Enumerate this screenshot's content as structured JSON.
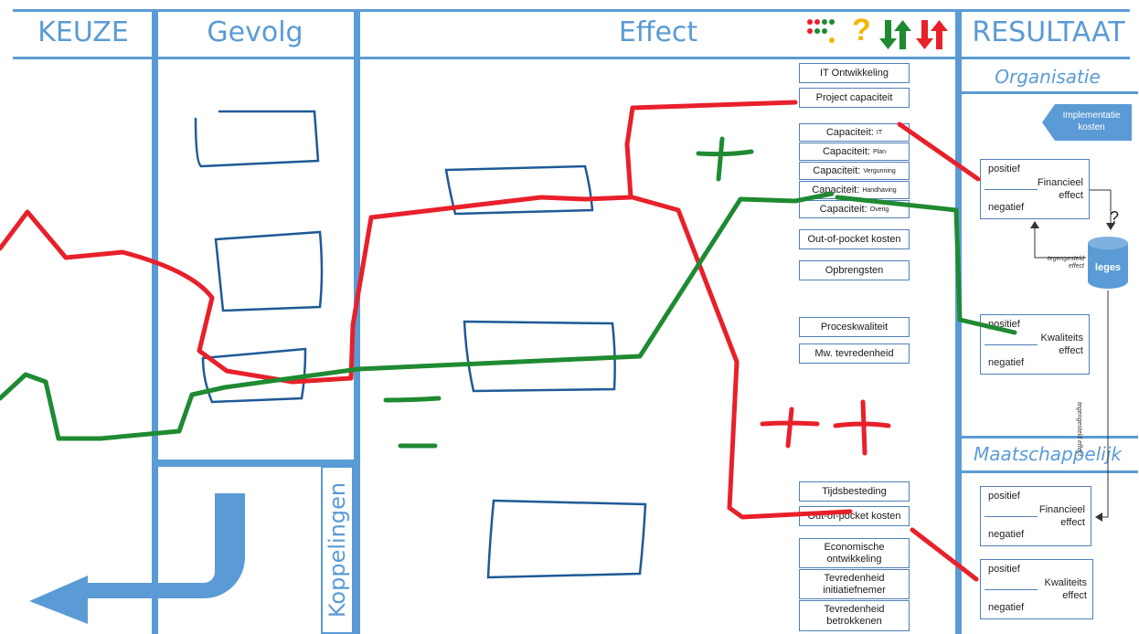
{
  "headers": {
    "keuze": "KEUZE",
    "gevolg": "Gevolg",
    "effect": "Effect",
    "resultaat": "RESULTAAT"
  },
  "legend": {
    "question": "?"
  },
  "effect_items": [
    {
      "label": "IT Ontwikkeling",
      "sub": ""
    },
    {
      "label": "Project capaciteit",
      "sub": ""
    },
    {
      "label": "Capaciteit: ",
      "sub": "IT"
    },
    {
      "label": "Capaciteit: ",
      "sub": "Plan"
    },
    {
      "label": "Capaciteit: ",
      "sub": "Vergunning"
    },
    {
      "label": "Capaciteit: ",
      "sub": "Handhaving"
    },
    {
      "label": "Capaciteit: ",
      "sub": "Overig"
    },
    {
      "label": "Out-of-pocket kosten",
      "sub": ""
    },
    {
      "label": "Opbrengsten",
      "sub": ""
    },
    {
      "label": "Proceskwaliteit",
      "sub": ""
    },
    {
      "label": "Mw. tevredenheid",
      "sub": ""
    },
    {
      "label": "Tijdsbesteding",
      "sub": ""
    },
    {
      "label": "Out-of-pocket kosten",
      "sub": ""
    },
    {
      "label": "Economische ontwikkeling",
      "sub": ""
    },
    {
      "label": "Tevredenheid initiatiefnemer",
      "sub": ""
    },
    {
      "label": "Tevredenheid betrokkenen",
      "sub": ""
    }
  ],
  "koppelingen": "Koppelingen",
  "resultaat": {
    "organisatie": "Organisatie",
    "maatschappelijk": "Maatschappelijk",
    "implementatie": "Implementatie kosten",
    "leges": "leges",
    "question": "?",
    "tegengesteld": "tegengesteld effect",
    "tegengesteld_vertical": "tegengesteld effect",
    "org_fin": {
      "pos": "positief",
      "neg": "negatief",
      "label": "Financieel effect"
    },
    "org_kwal": {
      "pos": "positief",
      "neg": "negatief",
      "label": "Kwaliteits effect"
    },
    "maat_fin": {
      "pos": "positief",
      "neg": "negatief",
      "label": "Financieel effect"
    },
    "maat_kwal": {
      "pos": "positief",
      "neg": "negatief",
      "label": "Kwaliteits effect"
    }
  },
  "annotations": {
    "plus_small": "+",
    "plus_plus": "+ +",
    "equals": "="
  },
  "colors": {
    "accent": "#5b9bd5",
    "ink_blue": "#1f5a96",
    "ink_red": "#e8202a",
    "ink_green": "#1f8a32",
    "legend_yellow": "#f2b705"
  }
}
